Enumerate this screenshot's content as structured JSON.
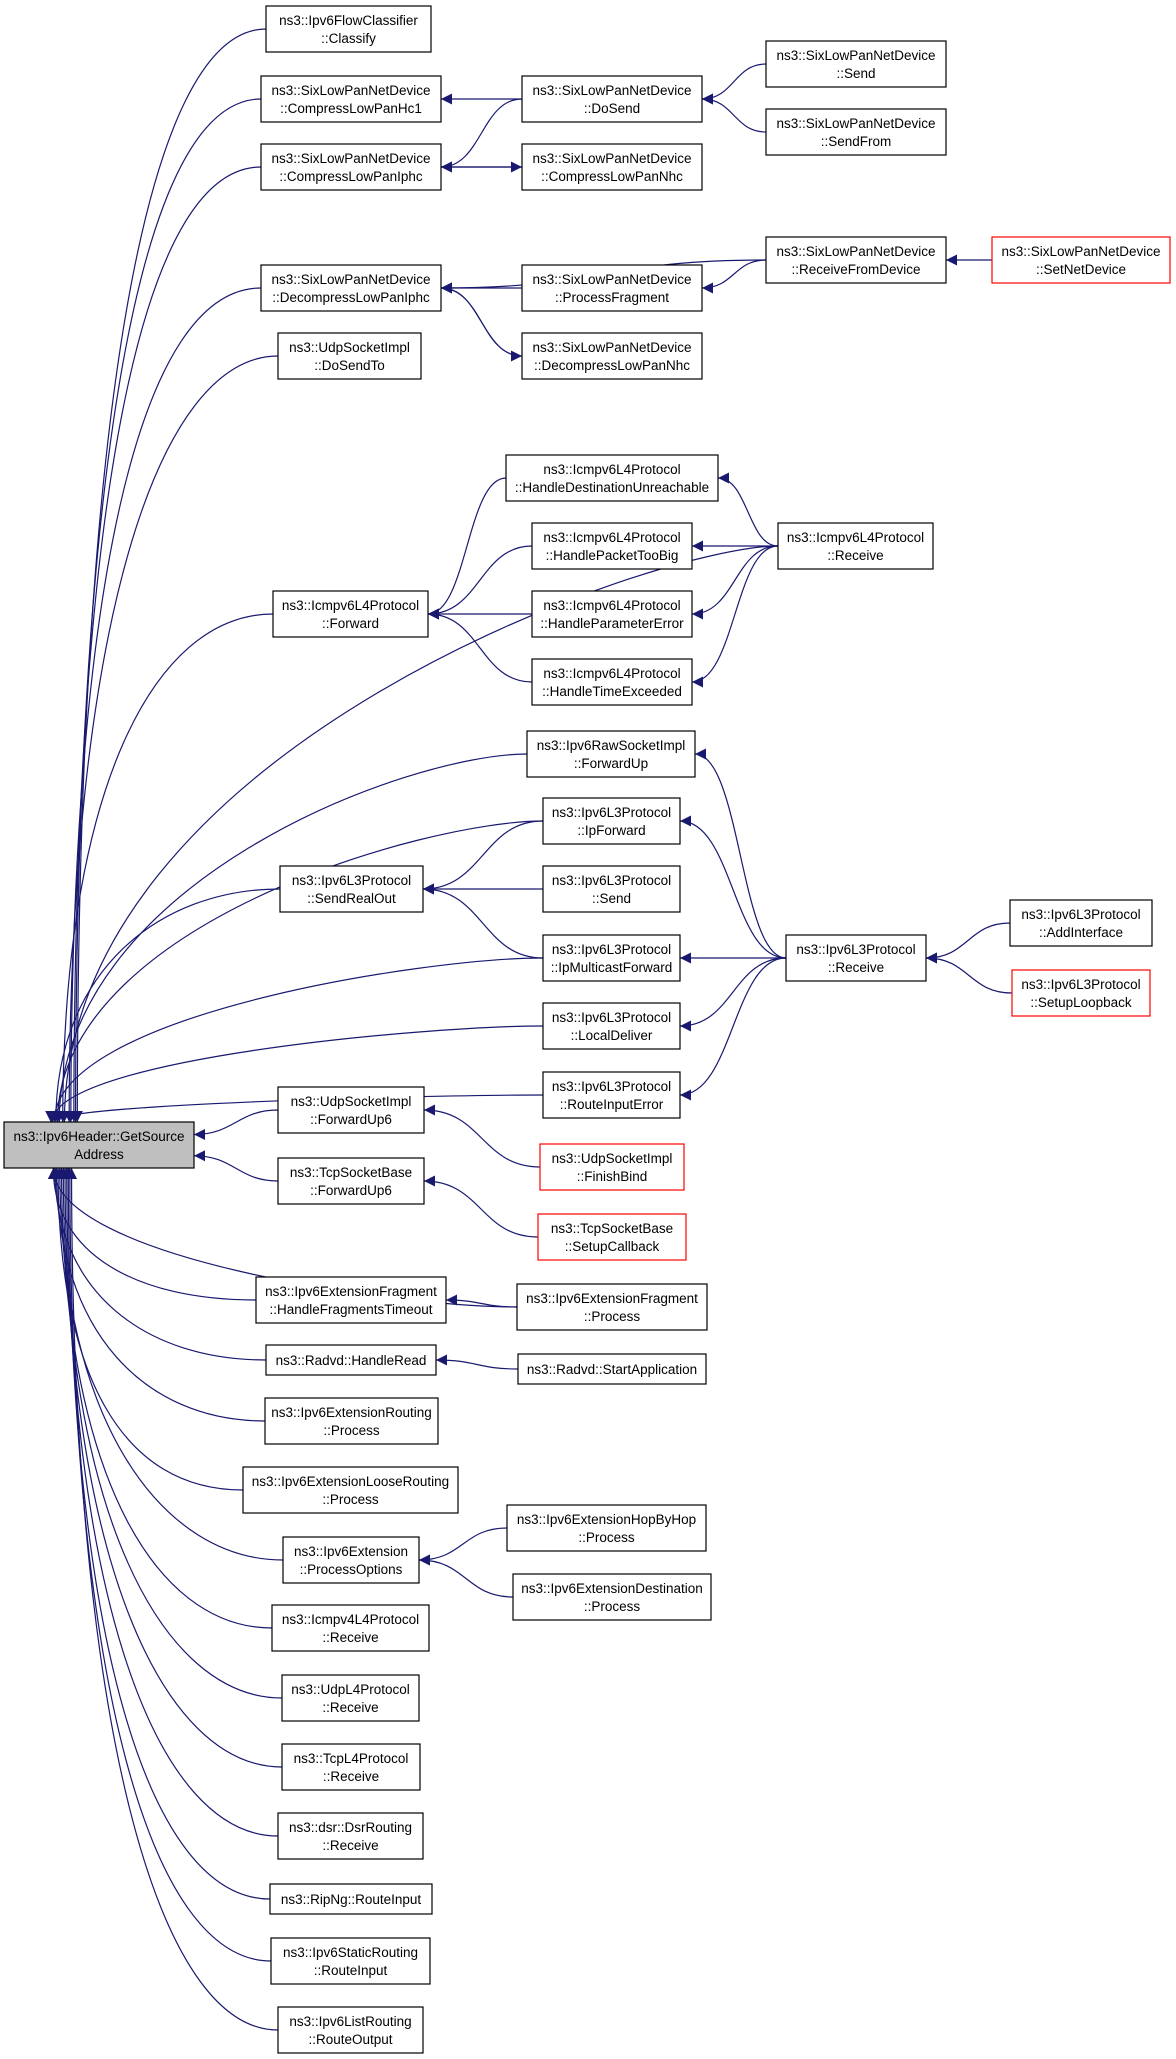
{
  "graph": {
    "root": {
      "id": "root",
      "lines": [
        "ns3::Ipv6Header::GetSource",
        "Address"
      ]
    },
    "nodes": [
      {
        "id": "n1",
        "lines": [
          "ns3::Ipv6FlowClassifier",
          "::Classify"
        ]
      },
      {
        "id": "n2",
        "lines": [
          "ns3::SixLowPanNetDevice",
          "::CompressLowPanHc1"
        ]
      },
      {
        "id": "n3",
        "lines": [
          "ns3::SixLowPanNetDevice",
          "::CompressLowPanIphc"
        ]
      },
      {
        "id": "n4",
        "lines": [
          "ns3::SixLowPanNetDevice",
          "::DoSend"
        ]
      },
      {
        "id": "n5",
        "lines": [
          "ns3::SixLowPanNetDevice",
          "::CompressLowPanNhc"
        ]
      },
      {
        "id": "n6",
        "lines": [
          "ns3::SixLowPanNetDevice",
          "::Send"
        ]
      },
      {
        "id": "n7",
        "lines": [
          "ns3::SixLowPanNetDevice",
          "::SendFrom"
        ]
      },
      {
        "id": "n8",
        "lines": [
          "ns3::SixLowPanNetDevice",
          "::DecompressLowPanIphc"
        ]
      },
      {
        "id": "n9",
        "lines": [
          "ns3::SixLowPanNetDevice",
          "::ProcessFragment"
        ]
      },
      {
        "id": "n10",
        "lines": [
          "ns3::SixLowPanNetDevice",
          "::DecompressLowPanNhc"
        ]
      },
      {
        "id": "n11",
        "lines": [
          "ns3::SixLowPanNetDevice",
          "::ReceiveFromDevice"
        ]
      },
      {
        "id": "n12",
        "lines": [
          "ns3::SixLowPanNetDevice",
          "::SetNetDevice"
        ],
        "red": true
      },
      {
        "id": "n13",
        "lines": [
          "ns3::UdpSocketImpl",
          "::DoSendTo"
        ]
      },
      {
        "id": "n14",
        "lines": [
          "ns3::Icmpv6L4Protocol",
          "::HandleDestinationUnreachable"
        ]
      },
      {
        "id": "n15",
        "lines": [
          "ns3::Icmpv6L4Protocol",
          "::HandlePacketTooBig"
        ]
      },
      {
        "id": "n16",
        "lines": [
          "ns3::Icmpv6L4Protocol",
          "::HandleParameterError"
        ]
      },
      {
        "id": "n17",
        "lines": [
          "ns3::Icmpv6L4Protocol",
          "::HandleTimeExceeded"
        ]
      },
      {
        "id": "n18",
        "lines": [
          "ns3::Icmpv6L4Protocol",
          "::Receive"
        ]
      },
      {
        "id": "n19",
        "lines": [
          "ns3::Icmpv6L4Protocol",
          "::Forward"
        ]
      },
      {
        "id": "n20",
        "lines": [
          "ns3::Ipv6RawSocketImpl",
          "::ForwardUp"
        ]
      },
      {
        "id": "n21",
        "lines": [
          "ns3::Ipv6L3Protocol",
          "::IpForward"
        ]
      },
      {
        "id": "n22",
        "lines": [
          "ns3::Ipv6L3Protocol",
          "::SendRealOut"
        ]
      },
      {
        "id": "n23",
        "lines": [
          "ns3::Ipv6L3Protocol",
          "::Send"
        ]
      },
      {
        "id": "n24",
        "lines": [
          "ns3::Ipv6L3Protocol",
          "::IpMulticastForward"
        ]
      },
      {
        "id": "n25",
        "lines": [
          "ns3::Ipv6L3Protocol",
          "::LocalDeliver"
        ]
      },
      {
        "id": "n26",
        "lines": [
          "ns3::Ipv6L3Protocol",
          "::RouteInputError"
        ]
      },
      {
        "id": "n27",
        "lines": [
          "ns3::Ipv6L3Protocol",
          "::Receive"
        ]
      },
      {
        "id": "n28",
        "lines": [
          "ns3::Ipv6L3Protocol",
          "::AddInterface"
        ]
      },
      {
        "id": "n29",
        "lines": [
          "ns3::Ipv6L3Protocol",
          "::SetupLoopback"
        ],
        "red": true
      },
      {
        "id": "n30",
        "lines": [
          "ns3::UdpSocketImpl",
          "::ForwardUp6"
        ]
      },
      {
        "id": "n31",
        "lines": [
          "ns3::UdpSocketImpl",
          "::FinishBind"
        ],
        "red": true
      },
      {
        "id": "n32",
        "lines": [
          "ns3::TcpSocketBase",
          "::ForwardUp6"
        ]
      },
      {
        "id": "n33",
        "lines": [
          "ns3::TcpSocketBase",
          "::SetupCallback"
        ],
        "red": true
      },
      {
        "id": "n34",
        "lines": [
          "ns3::Ipv6ExtensionFragment",
          "::HandleFragmentsTimeout"
        ]
      },
      {
        "id": "n35",
        "lines": [
          "ns3::Ipv6ExtensionFragment",
          "::Process"
        ]
      },
      {
        "id": "n36",
        "lines": [
          "ns3::Radvd::HandleRead"
        ]
      },
      {
        "id": "n37",
        "lines": [
          "ns3::Radvd::StartApplication"
        ]
      },
      {
        "id": "n38",
        "lines": [
          "ns3::Ipv6ExtensionRouting",
          "::Process"
        ]
      },
      {
        "id": "n39",
        "lines": [
          "ns3::Ipv6ExtensionLooseRouting",
          "::Process"
        ]
      },
      {
        "id": "n40",
        "lines": [
          "ns3::Ipv6Extension",
          "::ProcessOptions"
        ]
      },
      {
        "id": "n41",
        "lines": [
          "ns3::Ipv6ExtensionHopByHop",
          "::Process"
        ]
      },
      {
        "id": "n42",
        "lines": [
          "ns3::Ipv6ExtensionDestination",
          "::Process"
        ]
      },
      {
        "id": "n43",
        "lines": [
          "ns3::Icmpv4L4Protocol",
          "::Receive"
        ]
      },
      {
        "id": "n44",
        "lines": [
          "ns3::UdpL4Protocol",
          "::Receive"
        ]
      },
      {
        "id": "n45",
        "lines": [
          "ns3::TcpL4Protocol",
          "::Receive"
        ]
      },
      {
        "id": "n46",
        "lines": [
          "ns3::dsr::DsrRouting",
          "::Receive"
        ]
      },
      {
        "id": "n47",
        "lines": [
          "ns3::RipNg::RouteInput"
        ]
      },
      {
        "id": "n48",
        "lines": [
          "ns3::Ipv6StaticRouting",
          "::RouteInput"
        ]
      },
      {
        "id": "n49",
        "lines": [
          "ns3::Ipv6ListRouting",
          "::RouteOutput"
        ]
      }
    ],
    "edges": [
      [
        "n1",
        "root"
      ],
      [
        "n2",
        "root"
      ],
      [
        "n3",
        "root"
      ],
      [
        "n8",
        "root"
      ],
      [
        "n13",
        "root"
      ],
      [
        "n18",
        "root"
      ],
      [
        "n19",
        "root"
      ],
      [
        "n20",
        "root"
      ],
      [
        "n21",
        "root"
      ],
      [
        "n22",
        "root"
      ],
      [
        "n24",
        "root"
      ],
      [
        "n25",
        "root"
      ],
      [
        "n26",
        "root"
      ],
      [
        "n30",
        "root"
      ],
      [
        "n32",
        "root"
      ],
      [
        "n35",
        "root"
      ],
      [
        "n34",
        "root"
      ],
      [
        "n36",
        "root"
      ],
      [
        "n38",
        "root"
      ],
      [
        "n39",
        "root"
      ],
      [
        "n40",
        "root"
      ],
      [
        "n43",
        "root"
      ],
      [
        "n44",
        "root"
      ],
      [
        "n45",
        "root"
      ],
      [
        "n46",
        "root"
      ],
      [
        "n47",
        "root"
      ],
      [
        "n48",
        "root"
      ],
      [
        "n49",
        "root"
      ],
      [
        "n4",
        "n2"
      ],
      [
        "n4",
        "n3"
      ],
      [
        "n5",
        "n3"
      ],
      [
        "n3",
        "n5"
      ],
      [
        "n6",
        "n4"
      ],
      [
        "n7",
        "n4"
      ],
      [
        "n11",
        "n8"
      ],
      [
        "n9",
        "n8"
      ],
      [
        "n10",
        "n8"
      ],
      [
        "n8",
        "n10"
      ],
      [
        "n11",
        "n9"
      ],
      [
        "n12",
        "n11"
      ],
      [
        "n14",
        "n19"
      ],
      [
        "n15",
        "n19"
      ],
      [
        "n16",
        "n19"
      ],
      [
        "n17",
        "n19"
      ],
      [
        "n18",
        "n14"
      ],
      [
        "n18",
        "n15"
      ],
      [
        "n18",
        "n16"
      ],
      [
        "n18",
        "n17"
      ],
      [
        "n21",
        "n22"
      ],
      [
        "n23",
        "n22"
      ],
      [
        "n24",
        "n22"
      ],
      [
        "n27",
        "n20"
      ],
      [
        "n27",
        "n21"
      ],
      [
        "n27",
        "n24"
      ],
      [
        "n27",
        "n25"
      ],
      [
        "n27",
        "n26"
      ],
      [
        "n28",
        "n27"
      ],
      [
        "n29",
        "n27"
      ],
      [
        "n31",
        "n30"
      ],
      [
        "n33",
        "n32"
      ],
      [
        "n35",
        "n34"
      ],
      [
        "n37",
        "n36"
      ],
      [
        "n41",
        "n40"
      ],
      [
        "n42",
        "n40"
      ]
    ]
  }
}
